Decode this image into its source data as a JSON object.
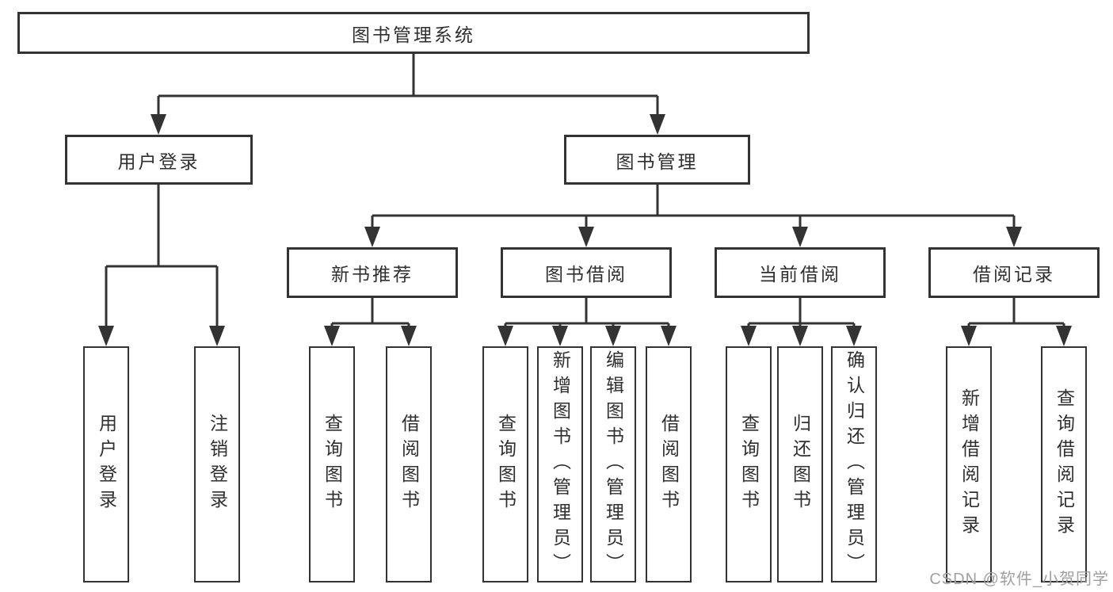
{
  "diagram": {
    "title": "图书管理系统",
    "colors": {
      "line": "#333333",
      "text": "#2f2f2f",
      "box_bg": "#ffffff",
      "watermark": "#a0a0a0",
      "background": "#ffffff"
    },
    "level2": {
      "user_login": "用户登录",
      "book_mgmt": "图书管理"
    },
    "level3": {
      "new_book_rec": "新书推荐",
      "book_borrow": "图书借阅",
      "current_borrow": "当前借阅",
      "borrow_records": "借阅记录"
    },
    "leaves": {
      "user_login": [
        "用户登录",
        "注销登录"
      ],
      "new_book_rec": [
        "查询图书",
        "借阅图书"
      ],
      "book_borrow": [
        "查询图书",
        "新增图书（管理员）",
        "编辑图书（管理员）",
        "借阅图书"
      ],
      "current_borrow": [
        "查询图书",
        "归还图书",
        "确认归还（管理员）"
      ],
      "borrow_records": [
        "新增借阅记录",
        "查询借阅记录"
      ]
    },
    "watermark": "CSDN @软件_小贺同学"
  }
}
